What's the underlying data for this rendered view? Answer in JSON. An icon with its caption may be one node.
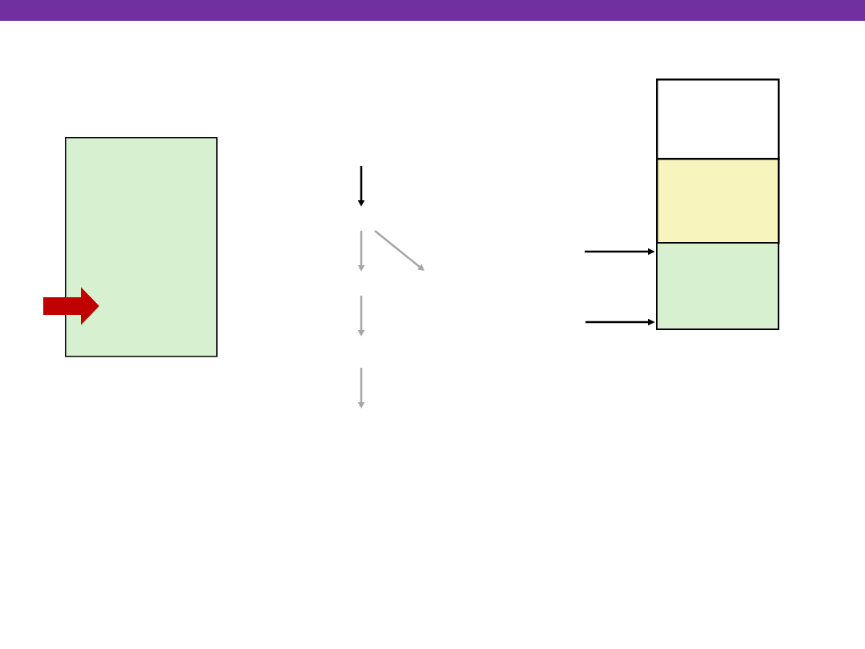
{
  "diagram": {
    "nodes": [
      {
        "text": [],
        "shape": "box"
      },
      {
        "text": [],
        "shape": "box"
      },
      {
        "text": [],
        "shape": "box"
      },
      {
        "text": [],
        "shape": "box"
      }
    ],
    "edges": [
      {
        "from": null,
        "to": 0,
        "arrow": "to",
        "style": "thick",
        "color": "#c00000"
      },
      {
        "from": null,
        "to": 3,
        "arrow": "to"
      },
      {
        "from": null,
        "to": 3,
        "arrow": "to"
      }
    ]
  }
}
